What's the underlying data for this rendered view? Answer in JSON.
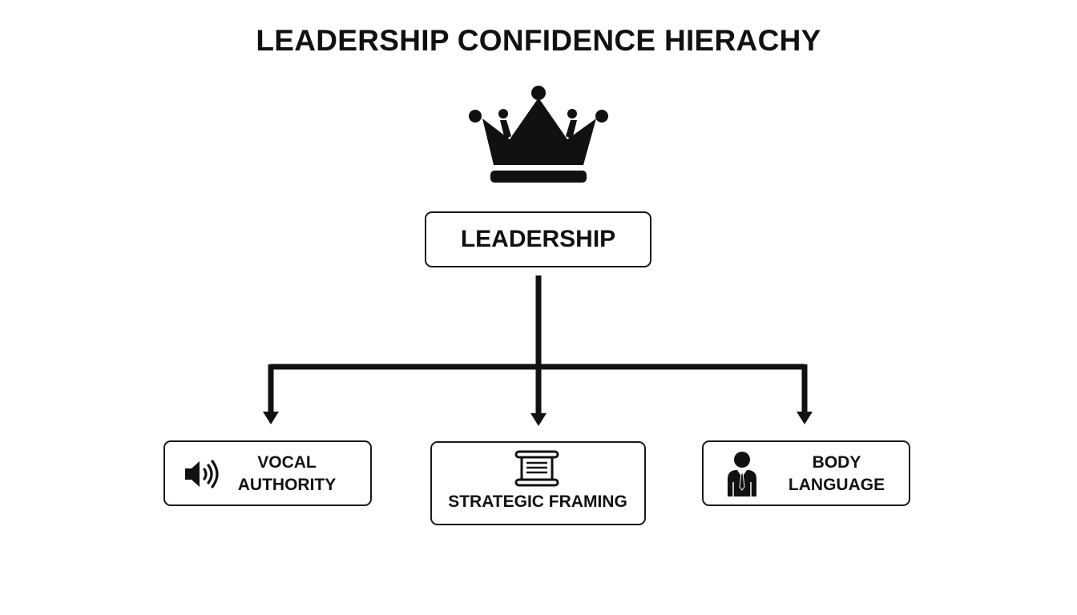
{
  "title": "LEADERSHIP CONFIDENCE HIERACHY",
  "root": {
    "label": "LEADERSHIP",
    "icon": "crown-icon"
  },
  "children": [
    {
      "lines": [
        "VOCAL",
        "AUTHORITY"
      ],
      "icon": "speaker-icon"
    },
    {
      "lines": [
        "STRATEGIC FRAMING"
      ],
      "icon": "scroll-icon"
    },
    {
      "lines": [
        "BODY",
        "LANGUAGE"
      ],
      "icon": "businessman-icon"
    }
  ],
  "colors": {
    "ink": "#111111",
    "background": "#ffffff"
  }
}
